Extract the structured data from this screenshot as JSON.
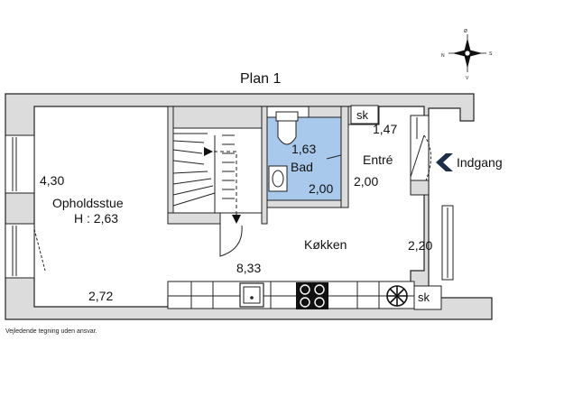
{
  "title": "Plan 1",
  "compass": {
    "n": "N",
    "s": "S",
    "v": "V",
    "o": "Ø"
  },
  "rooms": {
    "opholdsstue": {
      "name": "Opholdsstue",
      "height": "H : 2,63",
      "dim_side": "4,30",
      "dim_bottom": "2,72"
    },
    "bad": {
      "name": "Bad",
      "dim_top": "1,63",
      "dim_bottom": "2,00"
    },
    "entre": {
      "name": "Entré",
      "dim_top": "1,47",
      "dim_bottom": "2,00"
    },
    "kokken": {
      "name": "Køkken",
      "dim_right": "2,20",
      "dim_stair": "8,33"
    }
  },
  "closets": {
    "top": "sk",
    "bottom": "sk"
  },
  "entrance": {
    "label": "Indgang"
  },
  "footer": {
    "disclaimer": "Vejledende tegning uden ansvar."
  },
  "colors": {
    "wall": "#dcdcdc",
    "wall_line": "#222222",
    "bath": "#a8c8ec",
    "arrow": "#1c2e4a"
  }
}
